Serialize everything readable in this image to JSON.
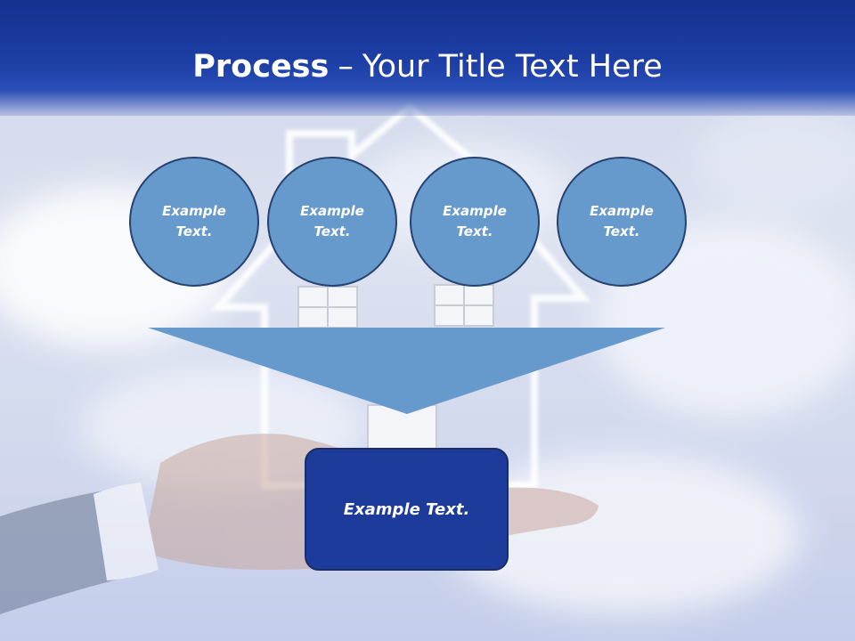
{
  "slide": {
    "title_bold": "Process",
    "title_sep": "–",
    "title_rest": "Your Title Text Here",
    "steps": [
      {
        "label": "Example Text."
      },
      {
        "label": "Example Text."
      },
      {
        "label": "Example Text."
      },
      {
        "label": "Example Text."
      }
    ],
    "result_label": "Example Text."
  },
  "colors": {
    "header": "#1d3fa6",
    "circle_fill": "#6699cc",
    "circle_border": "#26426f",
    "funnel_fill": "#6699cc",
    "box_fill": "#1c3b9b"
  }
}
